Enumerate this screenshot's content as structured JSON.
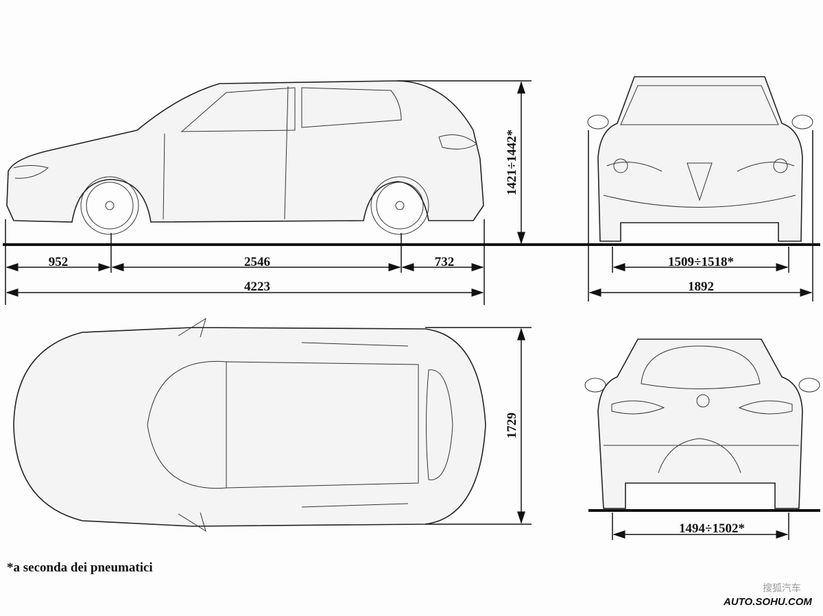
{
  "dimensions": {
    "front_overhang": "952",
    "wheelbase": "2546",
    "rear_overhang": "732",
    "length": "4223",
    "height": "1421÷1442*",
    "front_track": "1509÷1518*",
    "width": "1892",
    "body_width": "1729",
    "rear_track": "1494÷1502*"
  },
  "footnote": "*a seconda dei pneumatici",
  "watermark": {
    "cn": "搜狐汽车",
    "en": "AUTO.SOHU.COM"
  }
}
